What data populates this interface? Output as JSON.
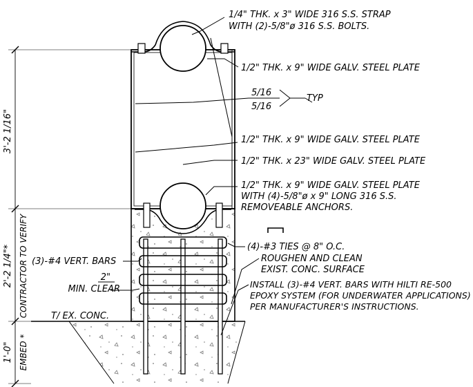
{
  "callouts": {
    "strap_line1": "1/4\" THK. x 3\" WIDE 316 S.S. STRAP",
    "strap_line2": "WITH (2)-5/8\"ø 316 S.S. BOLTS.",
    "plate_top": "1/2\" THK. x 9\" WIDE GALV. STEEL PLATE",
    "weld_top": "5/16",
    "weld_bottom": "5/16",
    "weld_note": "TYP",
    "plate_side": "1/2\" THK. x 9\" WIDE GALV. STEEL PLATE",
    "plate_back": "1/2\" THK. x 23\" WIDE GALV. STEEL PLATE",
    "base_plate_line1": "1/2\" THK. x 9\" WIDE GALV. STEEL PLATE",
    "base_plate_line2": "WITH (4)-5/8\"ø x 9\" LONG 316 S.S.",
    "base_plate_line3": "REMOVEABLE ANCHORS.",
    "ties": "(4)-#3 TIES @ 8\" O.C.",
    "vert_bars": "(3)-#4 VERT. BARS",
    "clear_value": "2\"",
    "clear_label": "MIN. CLEAR",
    "roughen_line1": "ROUGHEN AND CLEAN",
    "roughen_line2": "EXIST. CONC. SURFACE",
    "install_line1": "INSTALL (3)-#4 VERT. BARS WITH HILTI RE-500",
    "install_line2": "EPOXY SYSTEM (FOR UNDERWATER APPLICATIONS)",
    "install_line3": "PER MANUFACTURER'S INSTRUCTIONS.",
    "existing_conc": "T/ EX. CONC."
  },
  "dimensions": {
    "upper": "3'-2 1/16\"",
    "middle": "2'-2 1/4\"*",
    "middle_note": "CONTRACTOR TO VERIFY",
    "lower": "1'-0\"",
    "lower_note": "EMBED *"
  }
}
